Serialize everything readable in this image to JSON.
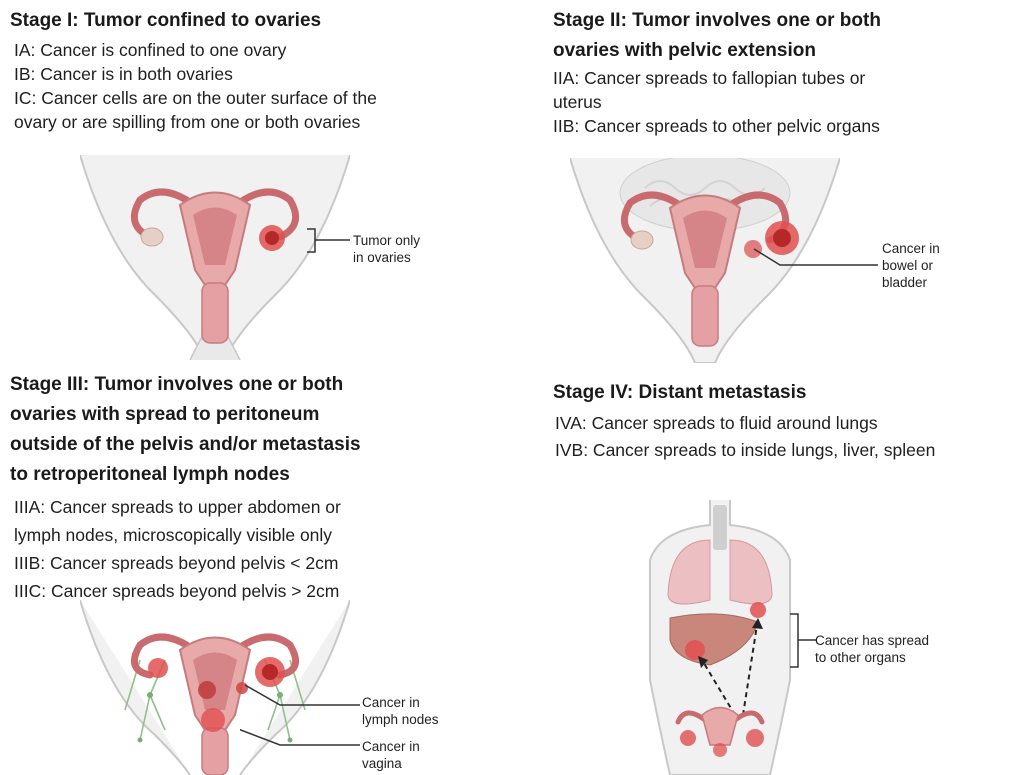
{
  "stage1": {
    "title": "Stage I: Tumor confined to ovaries",
    "lines": [
      "IA: Cancer is confined to one ovary",
      "IB: Cancer is in both ovaries",
      "IC: Cancer cells are on the outer surface of the",
      "ovary or are spilling from one or both ovaries"
    ],
    "label": [
      "Tumor only",
      "in ovaries"
    ]
  },
  "stage2": {
    "title_lines": [
      "Stage II: Tumor involves one or both",
      "ovaries with pelvic extension"
    ],
    "lines": [
      "IIA: Cancer spreads to fallopian tubes or",
      "uterus",
      "IIB: Cancer spreads to other pelvic organs"
    ],
    "label": [
      "Cancer in",
      "bowel or",
      "bladder"
    ]
  },
  "stage3": {
    "title_lines": [
      "Stage III: Tumor involves one or both",
      "ovaries with spread to  peritoneum",
      "outside of the pelvis and/or metastasis",
      "to retroperitoneal lymph nodes"
    ],
    "lines": [
      "IIIA: Cancer spreads to upper abdomen or",
      "lymph nodes, microscopically visible only",
      "IIIB: Cancer spreads beyond pelvis < 2cm",
      "IIIC: Cancer spreads beyond pelvis > 2cm"
    ],
    "label_lymph": [
      "Cancer in",
      "lymph nodes"
    ],
    "label_vagina": [
      "Cancer in",
      "vagina"
    ]
  },
  "stage4": {
    "title": "Stage IV: Distant metastasis",
    "lines": [
      "IVA: Cancer spreads to fluid around lungs",
      "IVB: Cancer spreads to inside lungs, liver, spleen"
    ],
    "label": [
      "Cancer has spread",
      "to other organs"
    ]
  }
}
